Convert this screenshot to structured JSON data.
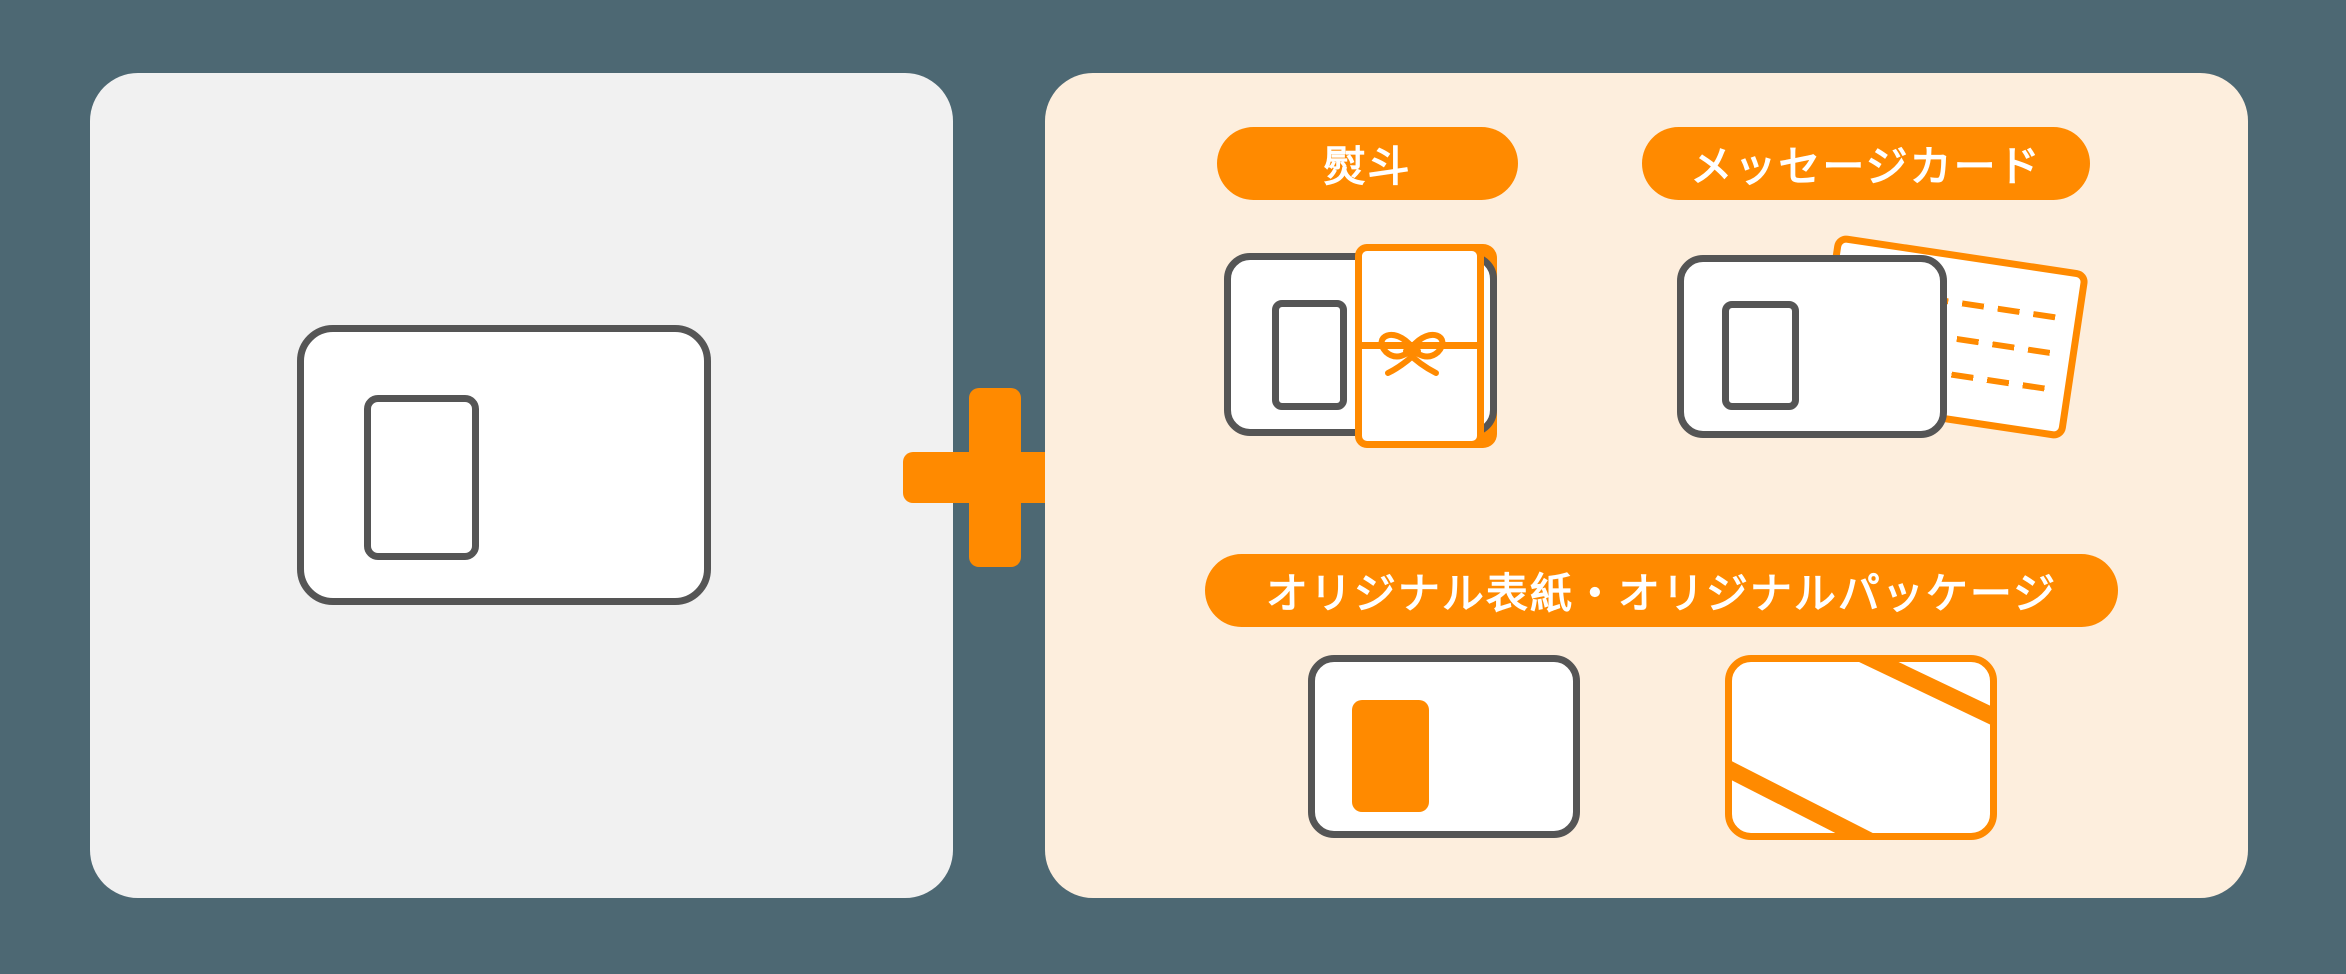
{
  "colors": {
    "background": "#4d6873",
    "left_panel": "#f1f1f1",
    "right_panel": "#fdeedd",
    "accent_orange": "#ff8a00",
    "card_border_gray": "#555555",
    "card_fill": "#ffffff",
    "badge_text": "#ffffff"
  },
  "left_panel": {
    "illustration": "catalog-gift-card"
  },
  "plus": {
    "icon": "plus-icon"
  },
  "right_panel": {
    "badges": [
      {
        "id": "noshi",
        "label": "熨斗"
      },
      {
        "id": "message-card",
        "label": "メッセージカード"
      },
      {
        "id": "original",
        "label": "オリジナル表紙・オリジナルパッケージ"
      }
    ],
    "illustrations": [
      "noshi-wrapped-card",
      "message-card-with-note",
      "original-cover-card",
      "original-package-card"
    ]
  }
}
